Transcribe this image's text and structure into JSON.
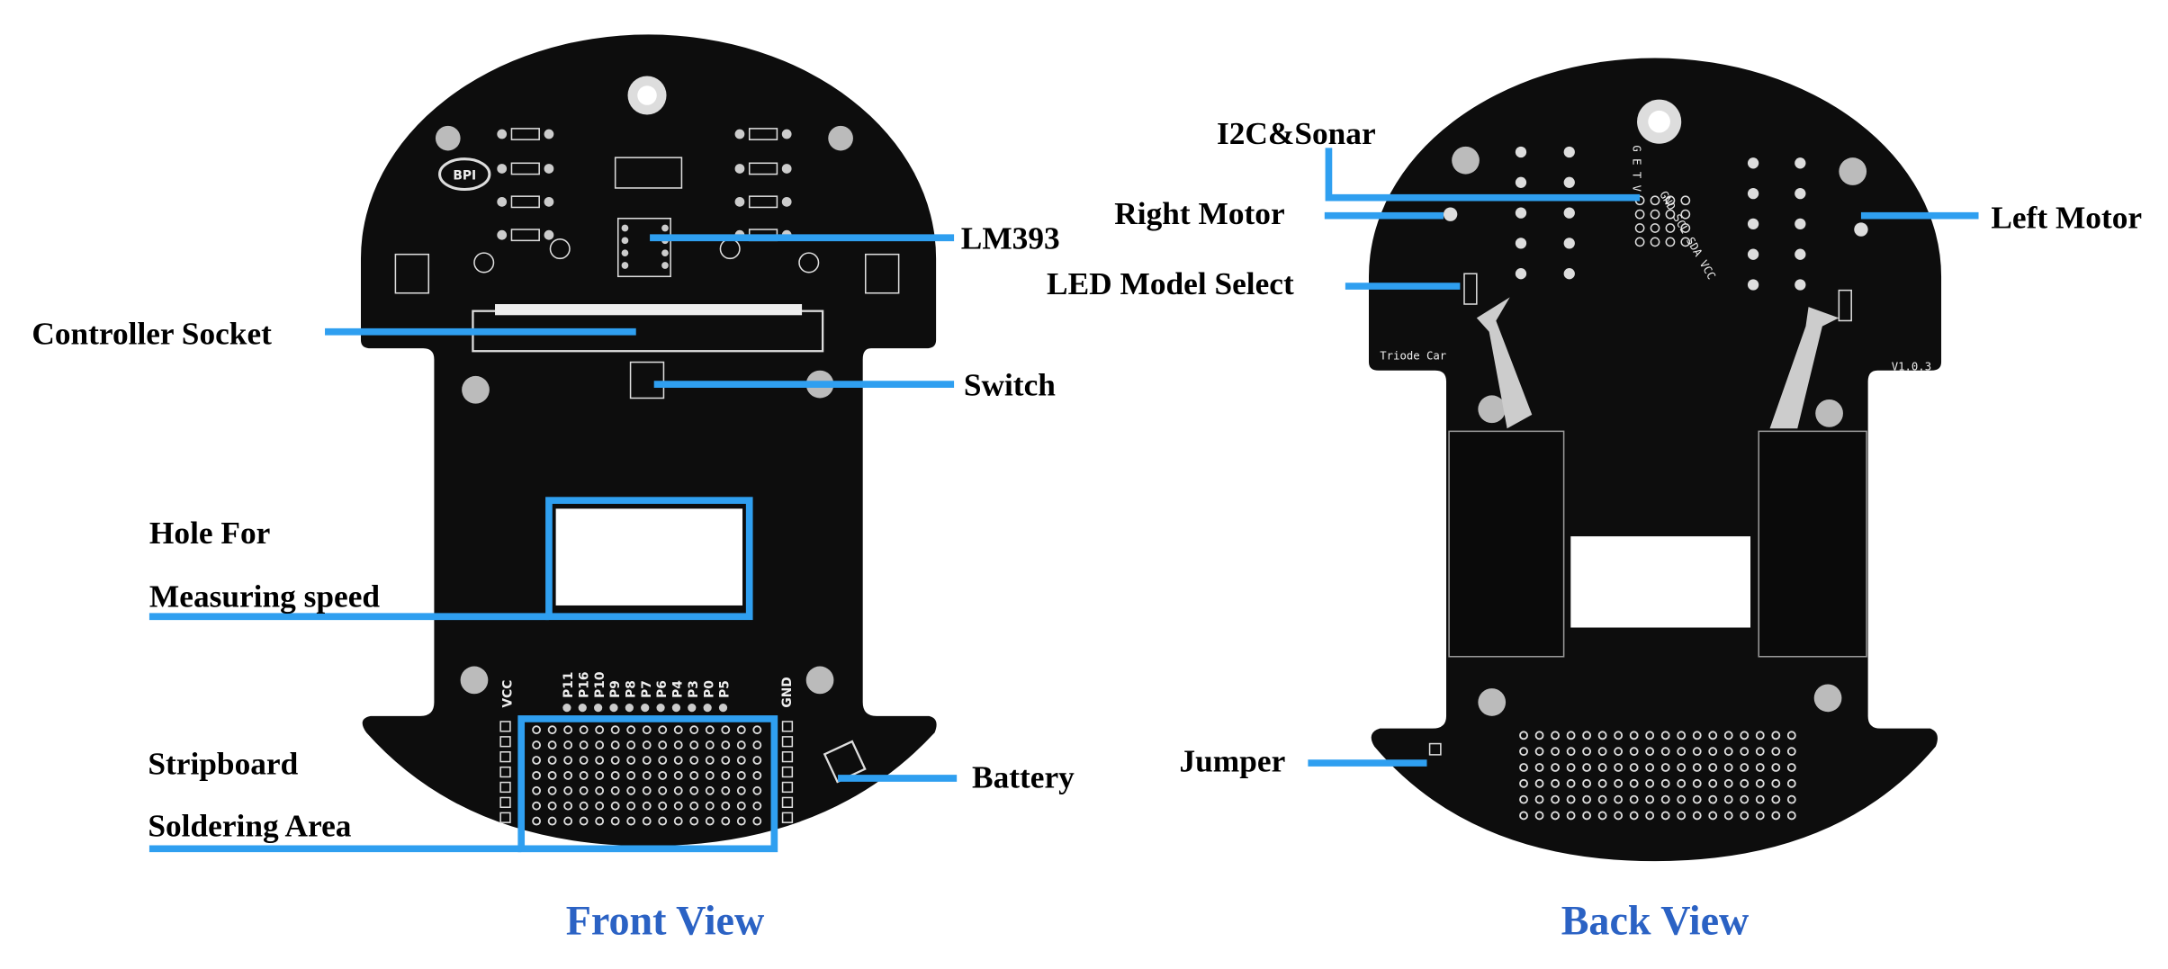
{
  "colors": {
    "accent": "#2f9ff0",
    "title": "#2b62c4",
    "pcb": "#0d0d0d"
  },
  "front": {
    "title": "Front View",
    "labels": {
      "controller_socket": "Controller Socket",
      "lm393": "LM393",
      "switch": "Switch",
      "hole_line1": "Hole For",
      "hole_line2": "Measuring speed",
      "stripboard_line1": "Stripboard",
      "stripboard_line2": "Soldering Area",
      "battery": "Battery"
    },
    "silkscreen": {
      "vcc": "VCC",
      "gnd": "GND",
      "pins": [
        "P11",
        "P16",
        "P10",
        "P9",
        "P8",
        "P7",
        "P6",
        "P4",
        "P3",
        "P0",
        "P5"
      ],
      "logo": "BPI"
    }
  },
  "back": {
    "title": "Back View",
    "labels": {
      "i2c_sonar": "I2C&Sonar",
      "right_motor": "Right Motor",
      "left_motor": "Left Motor",
      "led_model_select": "LED Model Select",
      "jumper": "Jumper"
    },
    "silkscreen": {
      "name": "Triode Car",
      "version": "V1.0.3",
      "header_top": "G E T V",
      "header_pins": "GND SCL SDA VCC"
    }
  }
}
